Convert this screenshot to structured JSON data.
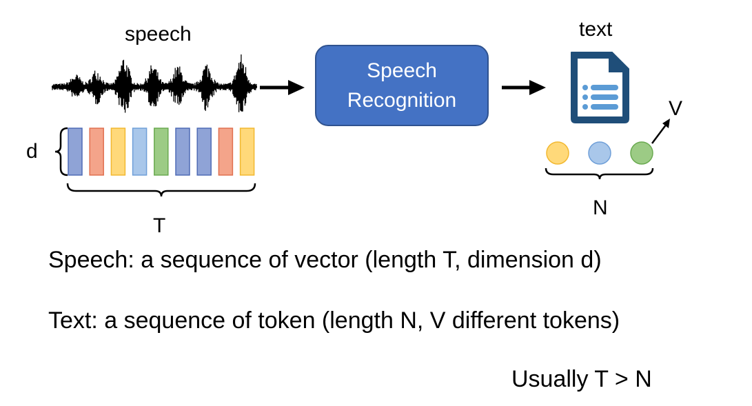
{
  "labels": {
    "speech": "speech",
    "text": "text",
    "d": "d",
    "T": "T",
    "N": "N",
    "V": "V"
  },
  "box": {
    "line1": "Speech",
    "line2": "Recognition",
    "color": "#4472C4"
  },
  "statements": {
    "speech": "Speech: a sequence of vector (length T, dimension d)",
    "text": "Text: a sequence of token (length N, V different tokens)",
    "note": "Usually T > N"
  },
  "icons": {
    "waveform": "speech-waveform-icon",
    "document": "text-document-icon"
  },
  "feature_vectors": [
    {
      "fill": "#8FA3D6",
      "stroke": "#4F6BB5"
    },
    {
      "fill": "#F4A48A",
      "stroke": "#E07050"
    },
    {
      "fill": "#FFD97A",
      "stroke": "#F2B830"
    },
    {
      "fill": "#A9C7EA",
      "stroke": "#6F9FD8"
    },
    {
      "fill": "#9CCB85",
      "stroke": "#6AAA50"
    },
    {
      "fill": "#8FA3D6",
      "stroke": "#4F6BB5"
    },
    {
      "fill": "#8FA3D6",
      "stroke": "#4F6BB5"
    },
    {
      "fill": "#F4A48A",
      "stroke": "#E07050"
    },
    {
      "fill": "#FFD97A",
      "stroke": "#F2B830"
    }
  ],
  "tokens": [
    {
      "fill": "#FFD97A",
      "stroke": "#F2B830"
    },
    {
      "fill": "#A9C7EA",
      "stroke": "#6F9FD8"
    },
    {
      "fill": "#9CCB85",
      "stroke": "#6AAA50"
    }
  ],
  "colors": {
    "doc_dark": "#1F4E79",
    "doc_light": "#5B9BD5"
  }
}
